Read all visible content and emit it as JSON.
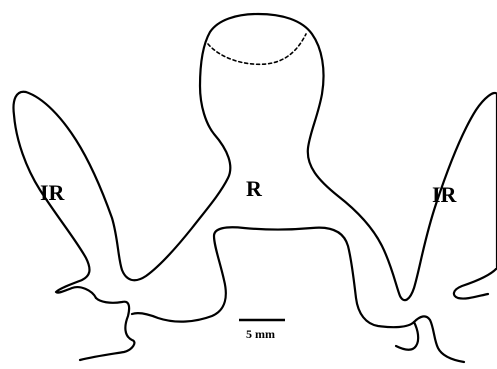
{
  "labels": {
    "center": "R",
    "left": "IR",
    "right": "IR"
  },
  "scale_bar": {
    "label": "5 mm"
  },
  "colors": {
    "line": "#000000",
    "background": "#ffffff"
  }
}
